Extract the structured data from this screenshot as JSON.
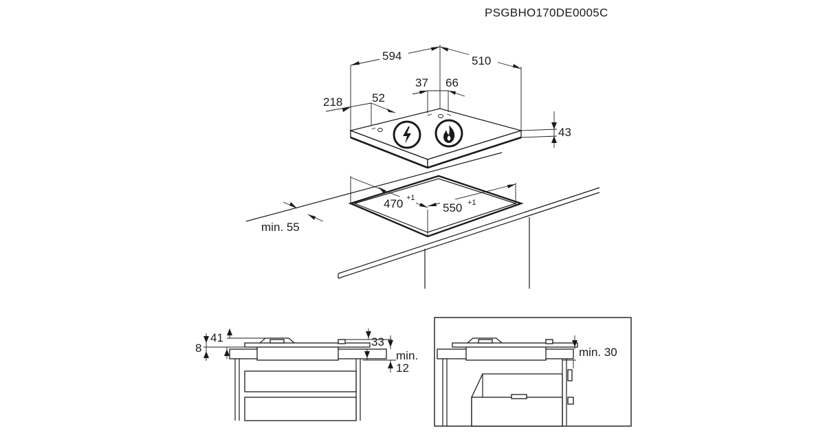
{
  "product_code": "PSGBHO170DE0005C",
  "hob": {
    "width": "594",
    "depth": "510",
    "height": "43",
    "offset_left": "218",
    "offset_52": "52",
    "offset_37": "37",
    "offset_66": "66"
  },
  "cutout": {
    "depth": "470",
    "depth_tol": "+1",
    "width": "550",
    "width_tol": "+1",
    "min_front": "min. 55"
  },
  "side_view_left": {
    "h41": "41",
    "h8": "8",
    "h33": "33",
    "min_label": "min.",
    "min_value": "12"
  },
  "side_view_right": {
    "min_clearance": "min. 30"
  },
  "icons": [
    "electric-bolt-icon",
    "gas-flame-icon"
  ]
}
